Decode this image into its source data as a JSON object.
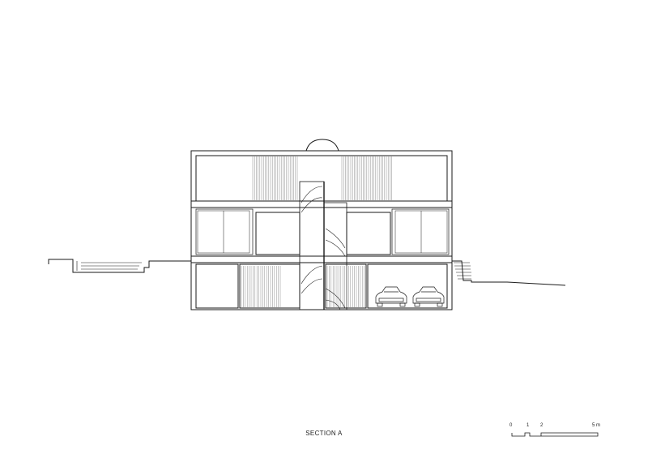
{
  "caption": "SECTION A",
  "scale_bar": {
    "labels": [
      "0",
      "1",
      "2",
      "5 m"
    ]
  },
  "colors": {
    "line": "#1a1a1a",
    "hatch": "#8a8a8a",
    "fill": "#ffffff"
  }
}
